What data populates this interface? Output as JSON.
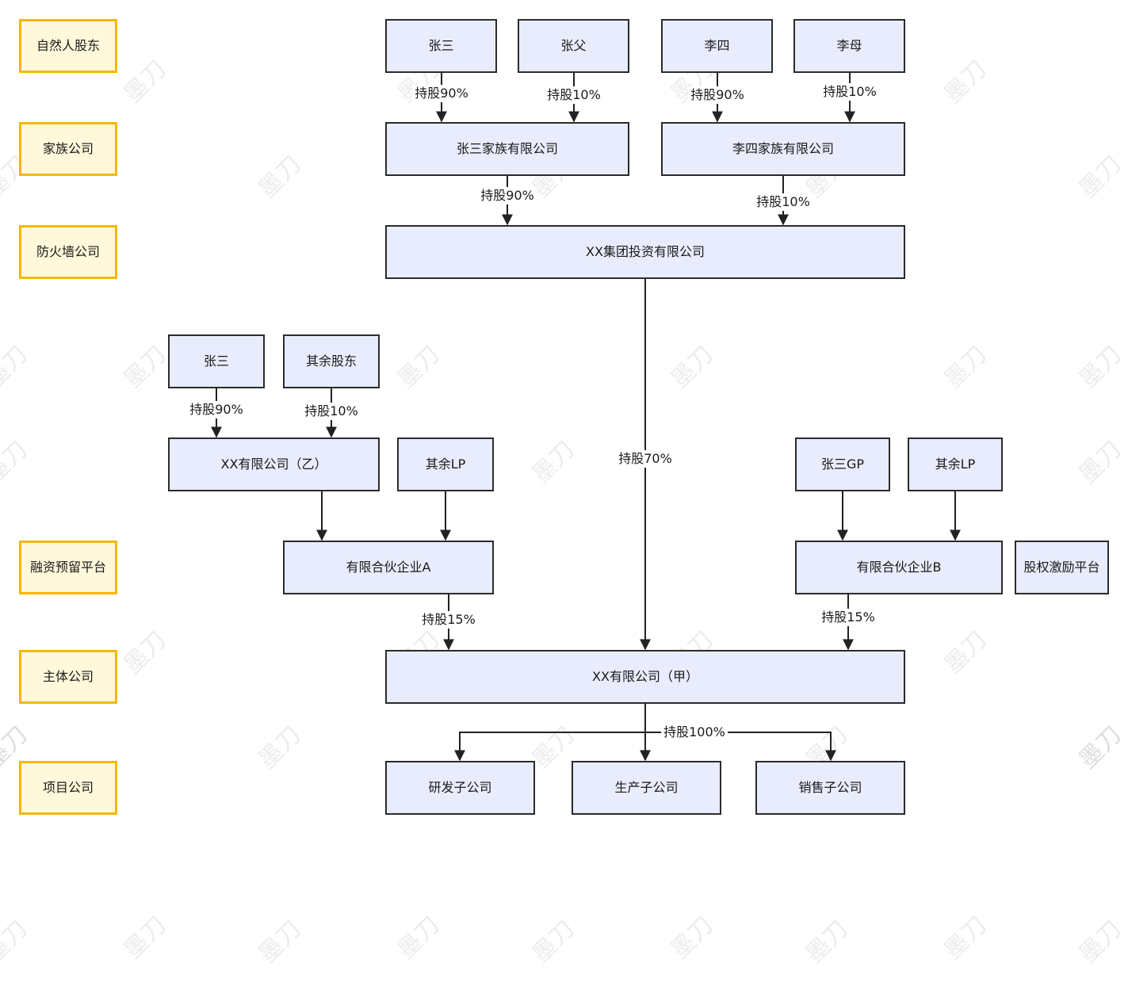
{
  "watermark": {
    "text": "墨刀"
  },
  "levels": {
    "natural_person": "自然人股东",
    "family_company": "家族公司",
    "firewall_company": "防火墙公司",
    "financing_platform": "融资预留平台",
    "main_company": "主体公司",
    "project_company": "项目公司"
  },
  "entities": {
    "zhangsan_top": "张三",
    "zhangfu": "张父",
    "lisi": "李四",
    "limu": "李母",
    "zhangsan_family": "张三家族有限公司",
    "lisi_family": "李四家族有限公司",
    "xx_group": "XX集团投资有限公司",
    "zhangsan_mid": "张三",
    "other_shareholders": "其余股东",
    "xx_yi": "XX有限公司（乙）",
    "other_lp_a": "其余LP",
    "zhangsan_gp": "张三GP",
    "other_lp_b": "其余LP",
    "lp_a": "有限合伙企业A",
    "lp_b": "有限合伙企业B",
    "equity_incentive": "股权激励平台",
    "xx_jia": "XX有限公司（甲）",
    "rd_sub": "研发子公司",
    "production_sub": "生产子公司",
    "sales_sub": "销售子公司"
  },
  "edge_labels": {
    "zhangsan_to_family": "持股90%",
    "zhangfu_to_family": "持股10%",
    "lisi_to_family": "持股90%",
    "limu_to_family": "持股10%",
    "zhangsan_family_to_group": "持股90%",
    "lisi_family_to_group": "持股10%",
    "zhangsan_to_yi": "持股90%",
    "others_to_yi": "持股10%",
    "group_to_jia": "持股70%",
    "lp_a_to_jia": "持股15%",
    "lp_b_to_jia": "持股15%",
    "jia_to_subs": "持股100%"
  },
  "colors": {
    "entity_fill": "#e8ecfc",
    "entity_border": "#2b2b2b",
    "level_fill": "#fff8da",
    "level_border": "#f5b800",
    "edge": "#222222"
  }
}
